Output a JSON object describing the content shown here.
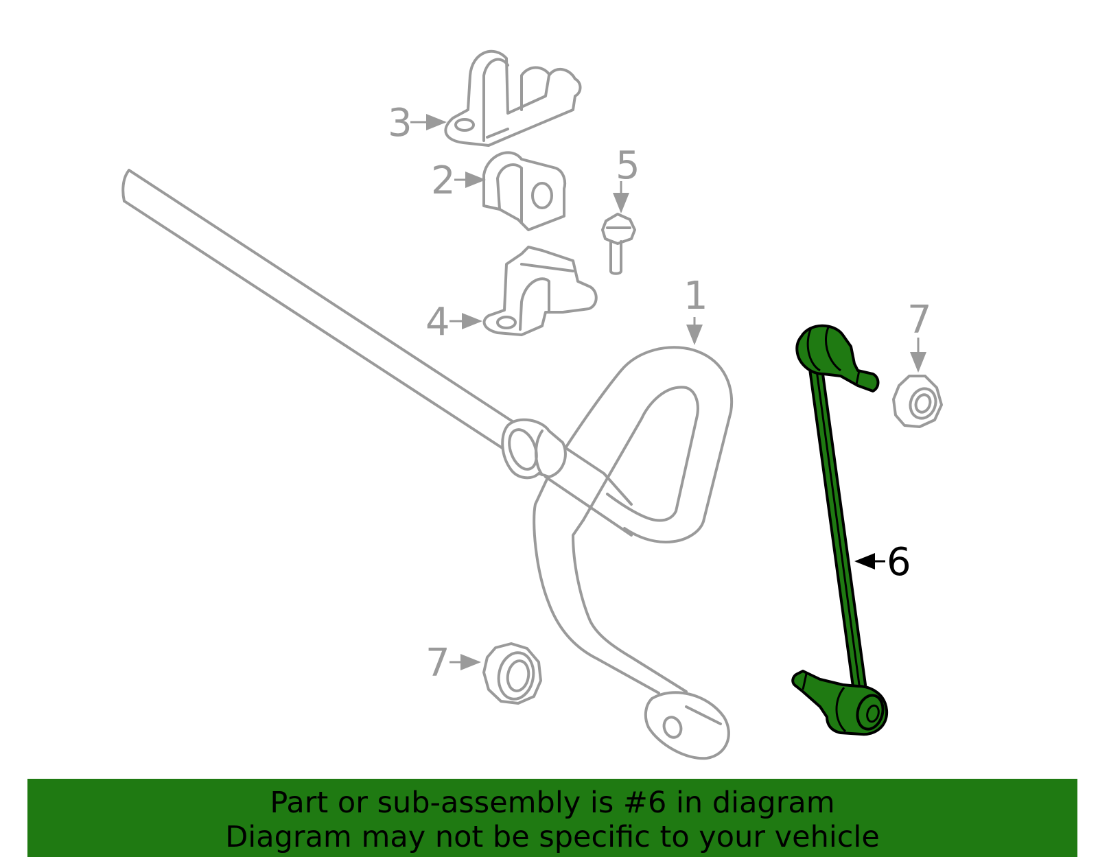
{
  "callouts": {
    "c1": "1",
    "c2": "2",
    "c3": "3",
    "c4": "4",
    "c5": "5",
    "c6": "6",
    "c7a": "7",
    "c7b": "7"
  },
  "highlighted_part": "6",
  "colors": {
    "highlight": "#1f7a12",
    "part_outline": "#9a9a9a",
    "banner": "#1f7a12"
  },
  "banner": {
    "line1": "Part or sub-assembly is #6 in diagram",
    "line2": "Diagram may not be specific to your vehicle"
  }
}
